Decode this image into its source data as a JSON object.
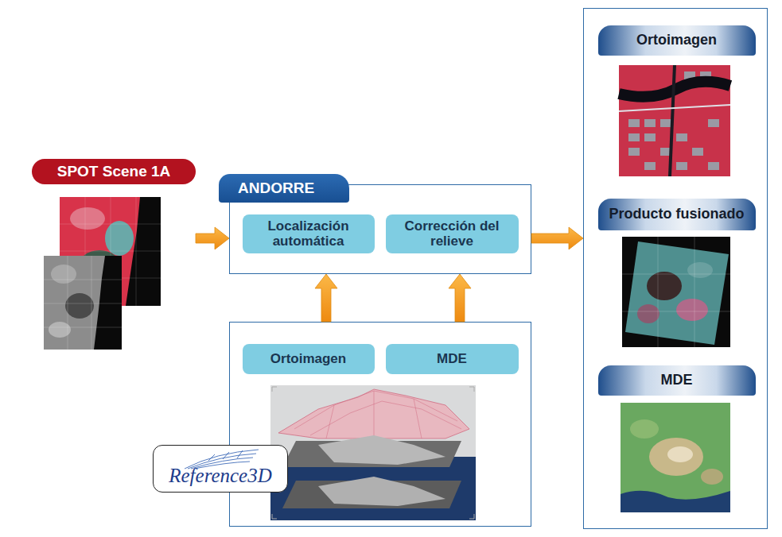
{
  "diagram": {
    "nodes": [
      {
        "text": [
          "SPOT Scene 1A"
        ]
      },
      {
        "text": [
          "ANDORRE"
        ]
      },
      {
        "text": [
          "Localización automática"
        ],
        "in": 1
      },
      {
        "text": [
          "Corrección del relieve"
        ],
        "in": 1
      },
      {
        "text": []
      },
      {
        "text": [
          "Ortoimagen"
        ],
        "in": 4
      },
      {
        "text": [
          "MDE"
        ],
        "in": 4
      },
      {
        "text": [
          "Reference3D"
        ]
      },
      {
        "text": []
      },
      {
        "text": [
          "Ortoimagen"
        ],
        "in": 8
      },
      {
        "text": [
          "Producto fusionado"
        ],
        "in": 8
      },
      {
        "text": [
          "MDE"
        ],
        "in": 8
      }
    ],
    "edges": [
      {
        "from": 0,
        "to": 1,
        "arrow": "to"
      },
      {
        "from": 4,
        "to": 1,
        "arrow": "to"
      },
      {
        "from": 4,
        "to": 1,
        "arrow": "to"
      },
      {
        "from": 1,
        "to": 8,
        "arrow": "to"
      }
    ]
  }
}
